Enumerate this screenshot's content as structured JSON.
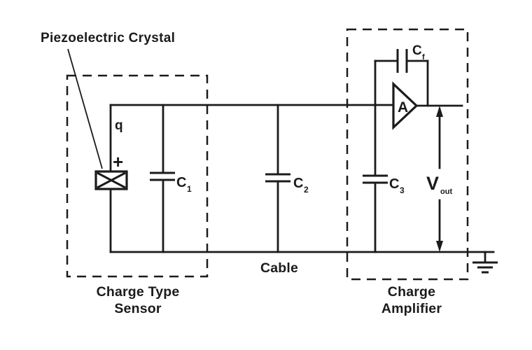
{
  "diagram": {
    "kind": "piezoelectric-sensor-charge-amplifier-schematic",
    "pointer_label": "Piezoelectric Crystal",
    "charge": "q",
    "polarity": "+",
    "opamp": "A",
    "cable": "Cable",
    "sensor_caption": {
      "line1": "Charge Type",
      "line2": "Sensor"
    },
    "amplifier_caption": {
      "line1": "Charge",
      "line2": "Amplifier"
    },
    "capacitors": {
      "c1": {
        "base": "C",
        "sub": "1"
      },
      "c2": {
        "base": "C",
        "sub": "2"
      },
      "c3": {
        "base": "C",
        "sub": "3"
      },
      "cf": {
        "base": "C",
        "sub": "f"
      }
    },
    "vout": {
      "base": "V",
      "sub": "out"
    },
    "colors": {
      "ink": "#1b1b1b",
      "paper": "#ffffff"
    }
  }
}
